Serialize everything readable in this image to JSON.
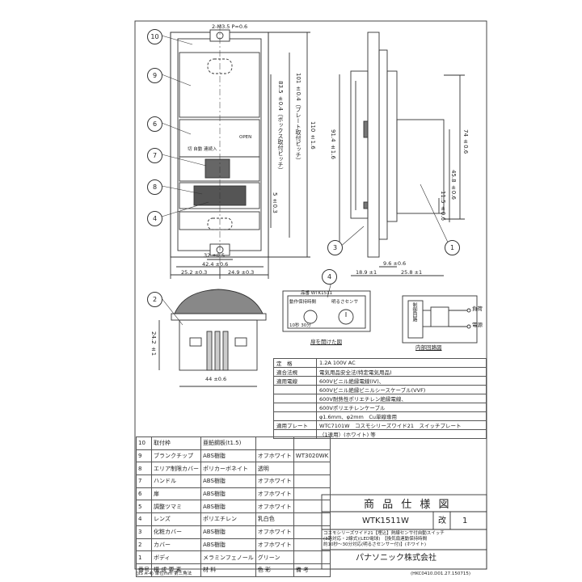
{
  "callouts": {
    "c10": "10",
    "c9": "9",
    "c6": "6",
    "c7": "7",
    "c8": "8",
    "c4a": "4",
    "c2": "2",
    "c4b": "4",
    "c3": "3",
    "c1": "1"
  },
  "front": {
    "screw_note": "2-M3.5 P=0.6",
    "open_mark": "OPEN",
    "switch_labels": "切  自動  連続入",
    "dim_32": "32 ±0.5",
    "dim_42_4": "42.4 ±0.6",
    "dim_25_2": "25.2 ±0.3",
    "dim_24_9": "24.9 ±0.3",
    "dim_5": "5 ±0.3",
    "dim_83_5": "83.5 ±0.4（ボックス取付ピッチ）",
    "dim_101": "101 ±0.4（プレート取付ピッチ）",
    "dim_110": "110 ±1.6"
  },
  "side": {
    "dim_91_4": "91.4 ±1.6",
    "dim_74": "74 ±0.6",
    "dim_45_8": "45.8 ±0.6",
    "dim_11_5": "11.5 ±0.6",
    "dim_9_6": "9.6 ±0.6",
    "dim_18_9": "18.9 ±1",
    "dim_25_8": "25.8 ±1"
  },
  "bottom": {
    "dim_24_2": "24.2 ±1",
    "dim_44": "44 ±0.6"
  },
  "open_view": {
    "product_line": "品番 WTK1511",
    "hold_time": "動作保持時間",
    "brightness": "明るさセンサ",
    "scale_left": "10秒  30分",
    "caption": "扉を開けた図"
  },
  "circuit": {
    "control": "制御回路",
    "load": "負荷",
    "power": "電源",
    "caption": "内部回路図"
  },
  "spec": {
    "rows": [
      {
        "label": "定　格",
        "value": "1.2A 100V AC"
      },
      {
        "label": "適合法規",
        "value": "電気用品安全法(特定電気用品)"
      },
      {
        "label": "適用電線",
        "value": "600Vビニル絶縁電線(IV)、"
      },
      {
        "label": "",
        "value": "600Vビニル絶縁ビニルシースケーブル(VVF)"
      },
      {
        "label": "",
        "value": "600V耐熱性ポリエチレン絶縁電線、"
      },
      {
        "label": "",
        "value": "600Vポリエチレンケーブル"
      },
      {
        "label": "",
        "value": "φ1.6mm、φ2mm　Cu単線専用"
      },
      {
        "label": "適用プレート",
        "value": "WTC7101W　コスモシリーズワイド21　スイッチプレート"
      },
      {
        "label": "",
        "value": "（1連用）(ホワイト) 等"
      }
    ]
  },
  "parts": {
    "rows": [
      {
        "no": "10",
        "name": "取付枠",
        "material": "亜鉛鋼板(t1.5)",
        "color": "",
        "note": ""
      },
      {
        "no": "9",
        "name": "ブランクチップ",
        "material": "ABS樹脂",
        "color": "オフホワイト",
        "note": "WT3020WK"
      },
      {
        "no": "8",
        "name": "エリア制限カバー",
        "material": "ポリカーボネイト",
        "color": "透明",
        "note": ""
      },
      {
        "no": "7",
        "name": "ハンドル",
        "material": "ABS樹脂",
        "color": "オフホワイト",
        "note": ""
      },
      {
        "no": "6",
        "name": "扉",
        "material": "ABS樹脂",
        "color": "オフホワイト",
        "note": ""
      },
      {
        "no": "5",
        "name": "調整ツマミ",
        "material": "ABS樹脂",
        "color": "オフホワイト",
        "note": ""
      },
      {
        "no": "4",
        "name": "レンズ",
        "material": "ポリエチレン",
        "color": "乳白色",
        "note": ""
      },
      {
        "no": "3",
        "name": "化粧カバー",
        "material": "ABS樹脂",
        "color": "オフホワイト",
        "note": ""
      },
      {
        "no": "2",
        "name": "カバー",
        "material": "ABS樹脂",
        "color": "オフホワイト",
        "note": ""
      },
      {
        "no": "1",
        "name": "ボディ",
        "material": "メラミンフェノール",
        "color": "グリーン",
        "note": ""
      }
    ],
    "header": {
      "no": "番号",
      "name": "構 成 要 素",
      "material": "材 料",
      "color": "色 彩",
      "note": "備 考"
    }
  },
  "title_block": {
    "title": "商 品 仕 様 図",
    "model": "WTK1511W",
    "rev_label": "改",
    "rev": "1",
    "desc_line1": "コスモシリーズワイド21【埋込】熱線センサ付自動スイッチ",
    "desc_line2": "(3路対応・2線式)(LED電球)　【換気扇連動保持時間",
    "desc_line3": "約10秒〜30分対応(明るさセンサー付)】(ホワイト)",
    "company": "パナソニック株式会社"
  },
  "footer": {
    "left": "(JIS A-4)  単位mm  第三角法",
    "right": "(HKC0410.D01.27.150715)"
  }
}
